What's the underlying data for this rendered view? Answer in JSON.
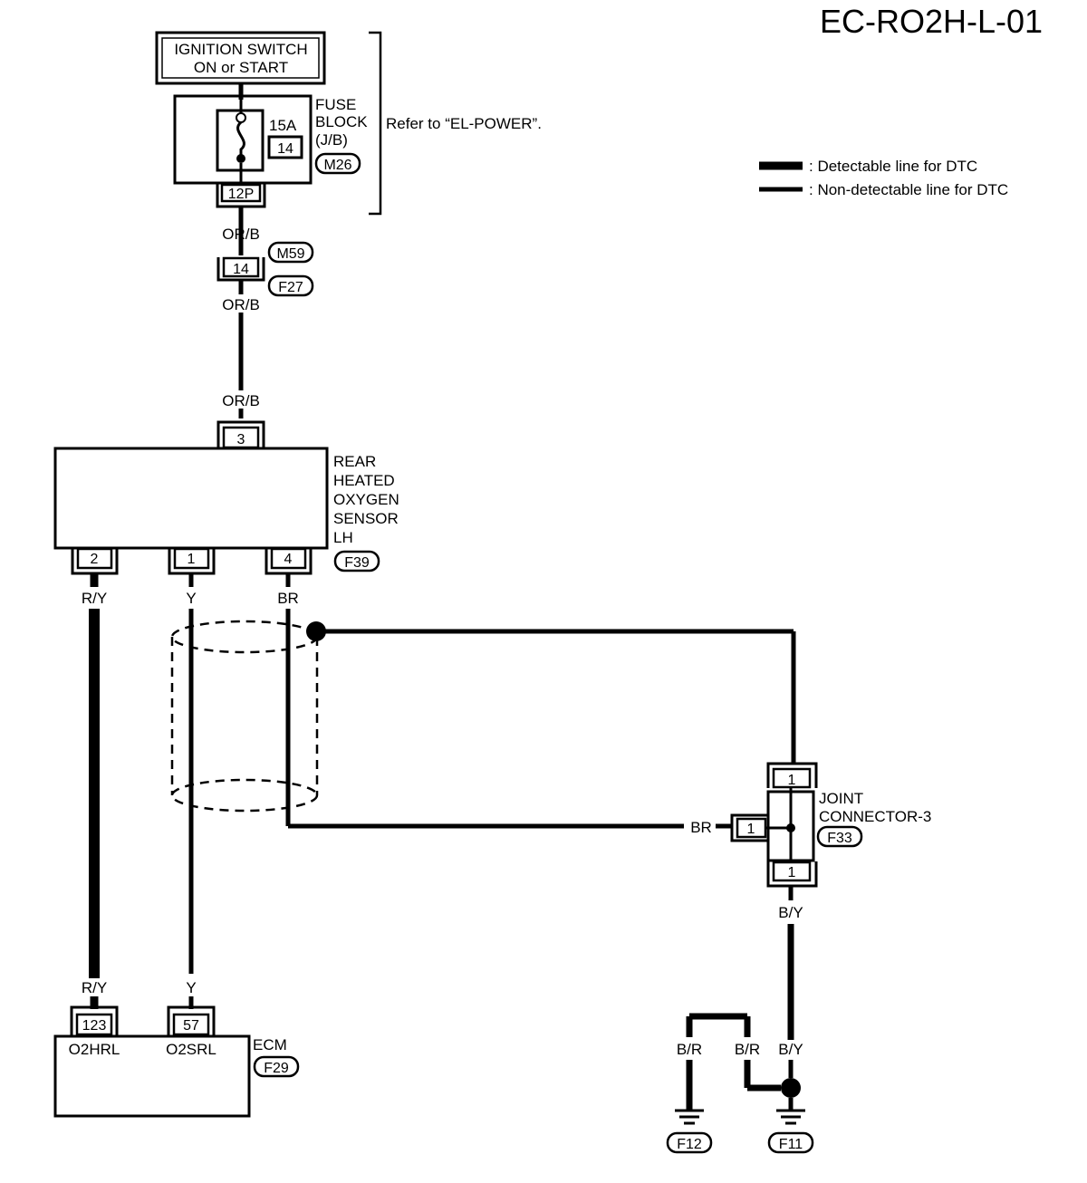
{
  "diagram_id": "EC-RO2H-L-01",
  "legend": {
    "detectable": ": Detectable line for DTC",
    "non_detectable": ": Non-detectable line for DTC"
  },
  "ignition": {
    "line1": "IGNITION SWITCH",
    "line2": "ON or START"
  },
  "fuse_block": {
    "label1": "FUSE",
    "label2": "BLOCK",
    "label3": "(J/B)",
    "amp": "15A",
    "fuse_no": "14",
    "connector": "M26",
    "terminal": "12P",
    "refer": "Refer to “EL-POWER”."
  },
  "wires": {
    "orb": "OR/B",
    "ry": "R/Y",
    "y": "Y",
    "br": "BR",
    "by": "B/Y",
    "b_r": "B/R"
  },
  "inline_connector": {
    "pin": "14",
    "connector_top": "M59",
    "connector_bottom": "F27"
  },
  "sensor": {
    "line1": "REAR",
    "line2": "HEATED",
    "line3": "OXYGEN",
    "line4": "SENSOR",
    "line5": "LH",
    "connector": "F39",
    "pin_top": "3",
    "pin_ry": "2",
    "pin_y": "1",
    "pin_br": "4"
  },
  "joint": {
    "line1": "JOINT",
    "line2": "CONNECTOR-3",
    "connector": "F33",
    "pin_top": "1",
    "pin_left": "1",
    "pin_bottom": "1"
  },
  "ecm": {
    "label": "ECM",
    "connector": "F29",
    "pin_a": "123",
    "pin_b": "57",
    "term_a": "O2HRL",
    "term_b": "O2SRL"
  },
  "grounds": {
    "g1": "F12",
    "g2": "F11"
  }
}
